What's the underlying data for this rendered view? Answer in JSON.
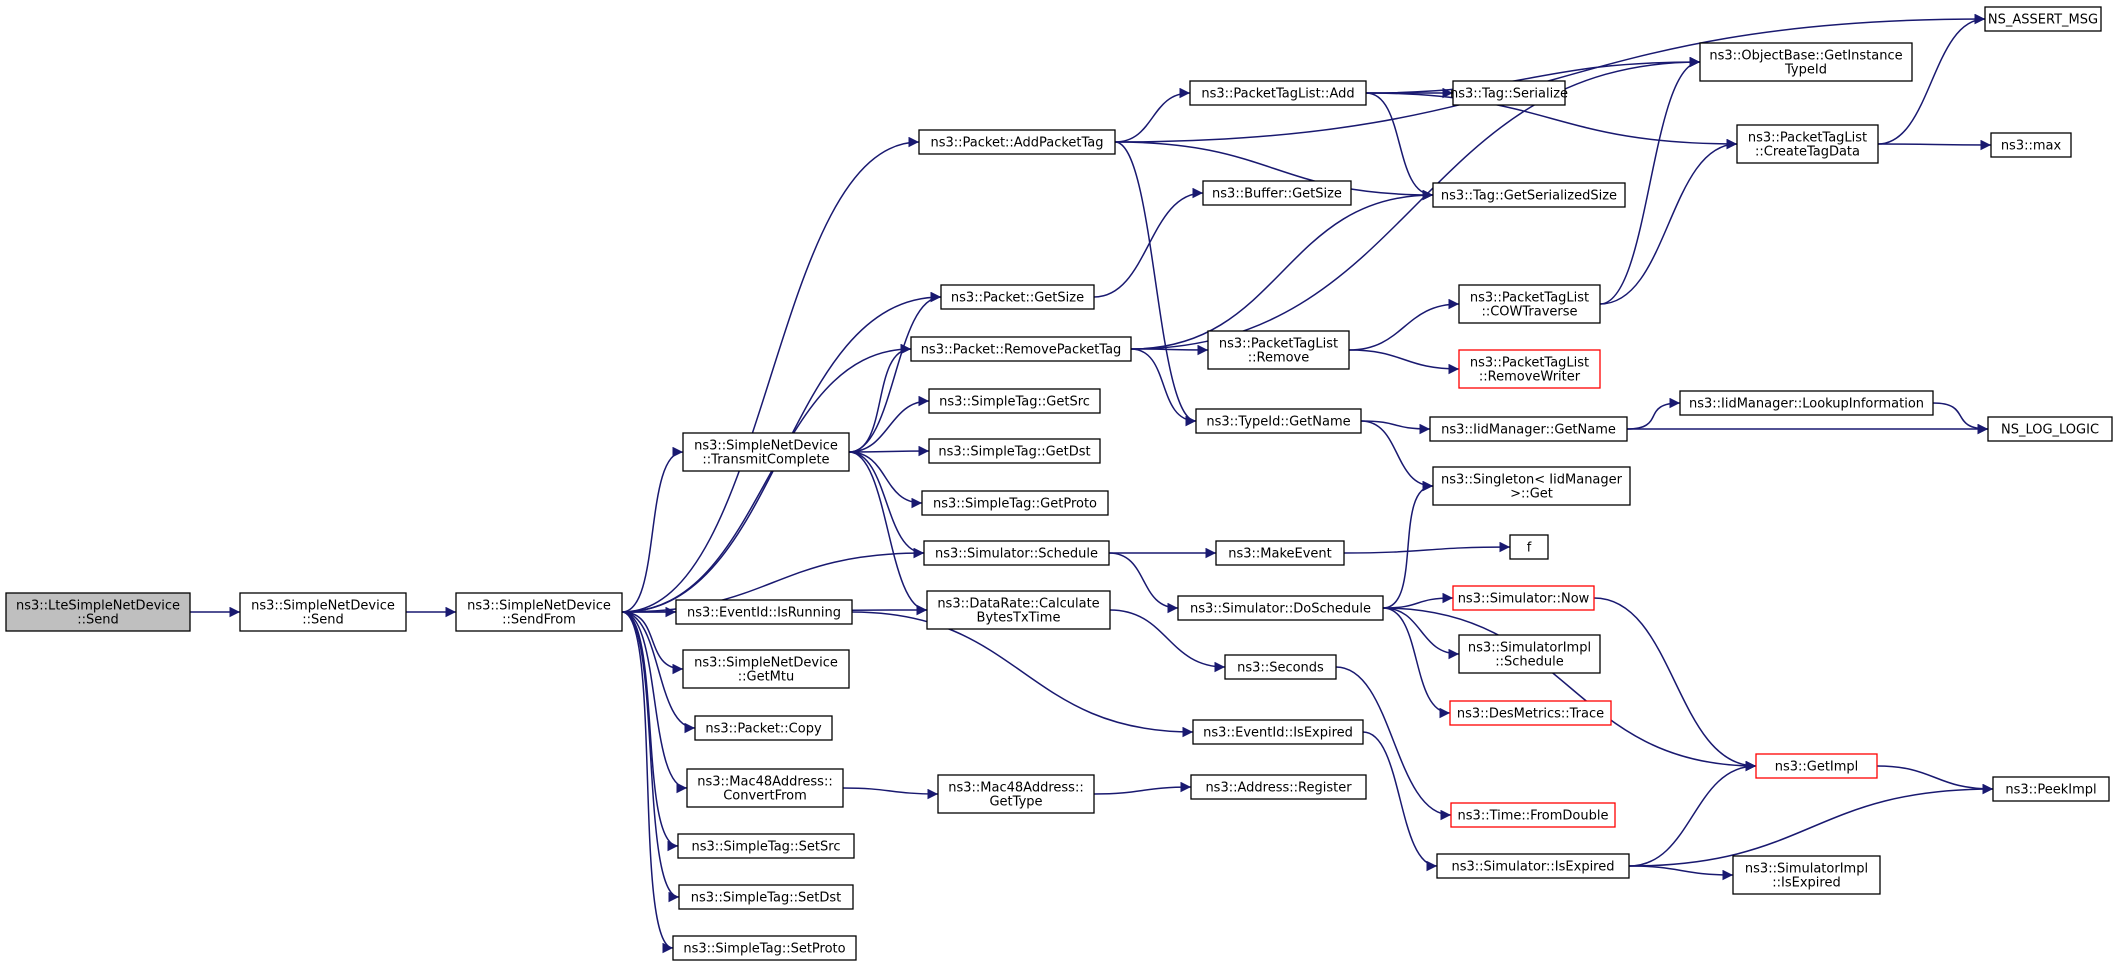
{
  "graph": {
    "colors": {
      "edge": "#191970",
      "box_border": "#000000",
      "box_border_incomplete": "#ff0000",
      "root_fill": "#bfbfbf"
    },
    "nodes": [
      {
        "id": "n0",
        "lines": [
          "ns3::LteSimpleNetDevice",
          "::Send"
        ],
        "style": "root"
      },
      {
        "id": "n1",
        "lines": [
          "ns3::SimpleNetDevice",
          "::Send"
        ]
      },
      {
        "id": "n2",
        "lines": [
          "ns3::SimpleNetDevice",
          "::SendFrom"
        ]
      },
      {
        "id": "n3",
        "lines": [
          "ns3::Packet::AddPacketTag"
        ]
      },
      {
        "id": "n4",
        "lines": [
          "ns3::PacketTagList::Add"
        ]
      },
      {
        "id": "n5",
        "lines": [
          "NS_ASSERT_MSG"
        ]
      },
      {
        "id": "n6",
        "lines": [
          "ns3::ObjectBase::GetInstance",
          "TypeId"
        ]
      },
      {
        "id": "n7",
        "lines": [
          "ns3::Tag::Serialize"
        ]
      },
      {
        "id": "n8",
        "lines": [
          "ns3::PacketTagList",
          "::CreateTagData"
        ]
      },
      {
        "id": "n9",
        "lines": [
          "ns3::max"
        ]
      },
      {
        "id": "n10",
        "lines": [
          "ns3::Buffer::GetSize"
        ]
      },
      {
        "id": "n11",
        "lines": [
          "ns3::Tag::GetSerializedSize"
        ]
      },
      {
        "id": "n12",
        "lines": [
          "ns3::Packet::GetSize"
        ]
      },
      {
        "id": "n13",
        "lines": [
          "ns3::PacketTagList",
          "::COWTraverse"
        ]
      },
      {
        "id": "n14",
        "lines": [
          "ns3::Packet::RemovePacketTag"
        ]
      },
      {
        "id": "n15",
        "lines": [
          "ns3::PacketTagList",
          "::Remove"
        ]
      },
      {
        "id": "n16",
        "lines": [
          "ns3::PacketTagList",
          "::RemoveWriter"
        ],
        "style": "red"
      },
      {
        "id": "n17",
        "lines": [
          "ns3::SimpleTag::GetSrc"
        ]
      },
      {
        "id": "n18",
        "lines": [
          "ns3::TypeId::GetName"
        ]
      },
      {
        "id": "n19",
        "lines": [
          "ns3::IidManager::GetName"
        ]
      },
      {
        "id": "n20",
        "lines": [
          "ns3::IidManager::LookupInformation"
        ]
      },
      {
        "id": "n21",
        "lines": [
          "NS_LOG_LOGIC"
        ]
      },
      {
        "id": "n22",
        "lines": [
          "ns3::SimpleNetDevice",
          "::TransmitComplete"
        ]
      },
      {
        "id": "n23",
        "lines": [
          "ns3::SimpleTag::GetDst"
        ]
      },
      {
        "id": "n24",
        "lines": [
          "ns3::Singleton< IidManager",
          " >::Get"
        ]
      },
      {
        "id": "n25",
        "lines": [
          "ns3::SimpleTag::GetProto"
        ]
      },
      {
        "id": "n26",
        "lines": [
          "ns3::Simulator::Schedule"
        ]
      },
      {
        "id": "n27",
        "lines": [
          "ns3::MakeEvent"
        ]
      },
      {
        "id": "n28",
        "lines": [
          "f"
        ]
      },
      {
        "id": "n29",
        "lines": [
          "ns3::EventId::IsRunning"
        ]
      },
      {
        "id": "n30",
        "lines": [
          "ns3::DataRate::Calculate",
          "BytesTxTime"
        ]
      },
      {
        "id": "n31",
        "lines": [
          "ns3::Simulator::DoSchedule"
        ]
      },
      {
        "id": "n32",
        "lines": [
          "ns3::Simulator::Now"
        ],
        "style": "red"
      },
      {
        "id": "n33",
        "lines": [
          "ns3::SimulatorImpl",
          "::Schedule"
        ]
      },
      {
        "id": "n34",
        "lines": [
          "ns3::SimpleNetDevice",
          "::GetMtu"
        ]
      },
      {
        "id": "n35",
        "lines": [
          "ns3::Seconds"
        ]
      },
      {
        "id": "n36",
        "lines": [
          "ns3::DesMetrics::Trace"
        ],
        "style": "red"
      },
      {
        "id": "n37",
        "lines": [
          "ns3::Packet::Copy"
        ]
      },
      {
        "id": "n38",
        "lines": [
          "ns3::EventId::IsExpired"
        ]
      },
      {
        "id": "n39",
        "lines": [
          "ns3::GetImpl"
        ],
        "style": "red"
      },
      {
        "id": "n40",
        "lines": [
          "ns3::PeekImpl"
        ]
      },
      {
        "id": "n41",
        "lines": [
          "ns3::Mac48Address::",
          "ConvertFrom"
        ]
      },
      {
        "id": "n42",
        "lines": [
          "ns3::Mac48Address::",
          "GetType"
        ]
      },
      {
        "id": "n43",
        "lines": [
          "ns3::Address::Register"
        ]
      },
      {
        "id": "n44",
        "lines": [
          "ns3::Time::FromDouble"
        ],
        "style": "red"
      },
      {
        "id": "n45",
        "lines": [
          "ns3::SimpleTag::SetSrc"
        ]
      },
      {
        "id": "n46",
        "lines": [
          "ns3::Simulator::IsExpired"
        ]
      },
      {
        "id": "n47",
        "lines": [
          "ns3::SimulatorImpl",
          "::IsExpired"
        ]
      },
      {
        "id": "n48",
        "lines": [
          "ns3::SimpleTag::SetDst"
        ]
      },
      {
        "id": "n49",
        "lines": [
          "ns3::SimpleTag::SetProto"
        ]
      }
    ],
    "edges": [
      [
        "n0",
        "n1"
      ],
      [
        "n1",
        "n2"
      ],
      [
        "n2",
        "n3"
      ],
      [
        "n2",
        "n12"
      ],
      [
        "n2",
        "n14"
      ],
      [
        "n2",
        "n22"
      ],
      [
        "n2",
        "n26"
      ],
      [
        "n2",
        "n30"
      ],
      [
        "n2",
        "n29"
      ],
      [
        "n2",
        "n34"
      ],
      [
        "n2",
        "n37"
      ],
      [
        "n2",
        "n41"
      ],
      [
        "n2",
        "n45"
      ],
      [
        "n2",
        "n48"
      ],
      [
        "n2",
        "n49"
      ],
      [
        "n3",
        "n4"
      ],
      [
        "n3",
        "n5"
      ],
      [
        "n3",
        "n11"
      ],
      [
        "n3",
        "n18"
      ],
      [
        "n4",
        "n6"
      ],
      [
        "n4",
        "n7"
      ],
      [
        "n4",
        "n8"
      ],
      [
        "n4",
        "n11"
      ],
      [
        "n8",
        "n5"
      ],
      [
        "n8",
        "n9"
      ],
      [
        "n12",
        "n10"
      ],
      [
        "n14",
        "n11"
      ],
      [
        "n14",
        "n6"
      ],
      [
        "n14",
        "n15"
      ],
      [
        "n14",
        "n18"
      ],
      [
        "n15",
        "n13"
      ],
      [
        "n15",
        "n16"
      ],
      [
        "n13",
        "n6"
      ],
      [
        "n13",
        "n8"
      ],
      [
        "n18",
        "n19"
      ],
      [
        "n18",
        "n24"
      ],
      [
        "n19",
        "n20"
      ],
      [
        "n19",
        "n21"
      ],
      [
        "n20",
        "n21"
      ],
      [
        "n22",
        "n12"
      ],
      [
        "n22",
        "n14"
      ],
      [
        "n22",
        "n17"
      ],
      [
        "n22",
        "n23"
      ],
      [
        "n22",
        "n25"
      ],
      [
        "n22",
        "n26"
      ],
      [
        "n22",
        "n30"
      ],
      [
        "n26",
        "n27"
      ],
      [
        "n26",
        "n31"
      ],
      [
        "n27",
        "n28"
      ],
      [
        "n31",
        "n24"
      ],
      [
        "n31",
        "n32"
      ],
      [
        "n31",
        "n33"
      ],
      [
        "n31",
        "n36"
      ],
      [
        "n31",
        "n39"
      ],
      [
        "n32",
        "n39"
      ],
      [
        "n39",
        "n40"
      ],
      [
        "n30",
        "n35"
      ],
      [
        "n35",
        "n44"
      ],
      [
        "n29",
        "n38"
      ],
      [
        "n38",
        "n46"
      ],
      [
        "n46",
        "n39"
      ],
      [
        "n46",
        "n40"
      ],
      [
        "n46",
        "n47"
      ],
      [
        "n41",
        "n42"
      ],
      [
        "n42",
        "n43"
      ]
    ]
  }
}
